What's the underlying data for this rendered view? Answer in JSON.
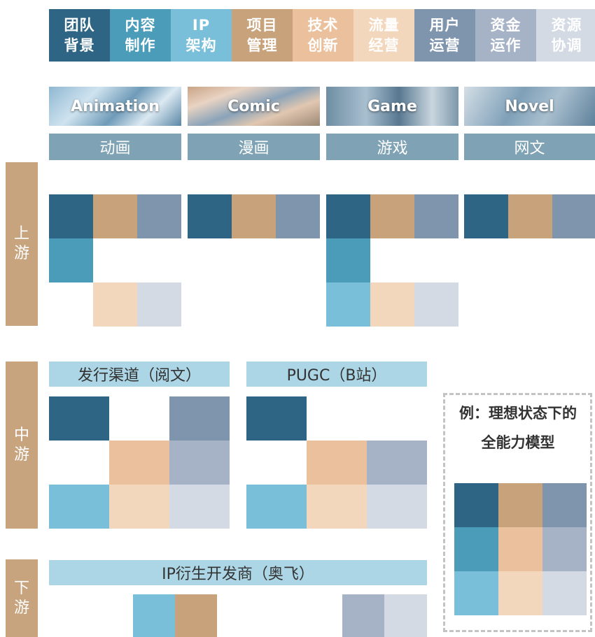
{
  "legend": [
    {
      "line1": "团队",
      "line2": "背景",
      "color": "#2e6585"
    },
    {
      "line1": "内容",
      "line2": "制作",
      "color": "#4a9cb8"
    },
    {
      "line1": "IP",
      "line2": "架构",
      "color": "#7abfda"
    },
    {
      "line1": "项目",
      "line2": "管理",
      "color": "#c7a27a"
    },
    {
      "line1": "技术",
      "line2": "创新",
      "color": "#ebc19d"
    },
    {
      "line1": "流量",
      "line2": "经营",
      "color": "#f3d7bd"
    },
    {
      "line1": "用户",
      "line2": "运营",
      "color": "#7f94ad"
    },
    {
      "line1": "资金",
      "line2": "运作",
      "color": "#a6b2c6"
    },
    {
      "line1": "资源",
      "line2": "协调",
      "color": "#d3dae3"
    }
  ],
  "banners": [
    "Animation",
    "Comic",
    "Game",
    "Novel"
  ],
  "categories": [
    "动画",
    "漫画",
    "游戏",
    "网文"
  ],
  "stages": {
    "upstream": {
      "c1": "上",
      "c2": "游"
    },
    "midstream": {
      "c1": "中",
      "c2": "游"
    },
    "downstream": {
      "c1": "下",
      "c2": "游"
    }
  },
  "midstream": {
    "channel_1": "发行渠道（阅文）",
    "channel_2": "PUGC（B站）"
  },
  "downstream": {
    "channel": "IP衍生开发商（奥飞）"
  },
  "example": {
    "title_line1": "例：理想状态下的",
    "title_line2": "全能力模型"
  }
}
